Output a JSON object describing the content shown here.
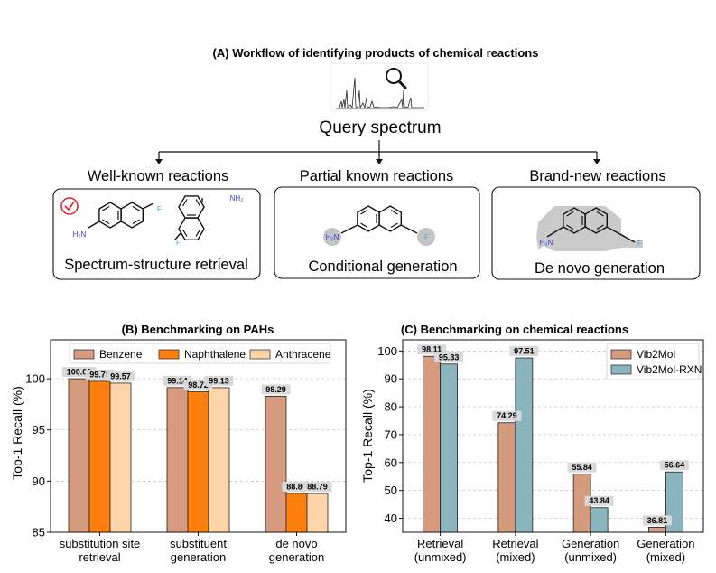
{
  "workflow": {
    "title": "(A) Workflow of identifying products of chemical reactions",
    "query_label": "Query spectrum",
    "branches": [
      {
        "heading": "Well-known reactions",
        "caption": "Spectrum-structure retrieval"
      },
      {
        "heading": "Partial known reactions",
        "caption": "Conditional generation"
      },
      {
        "heading": "Brand-new reactions",
        "caption": "De novo generation"
      }
    ],
    "atoms": {
      "amine": "H₂N",
      "amine_ring": "NH₂",
      "fluorine": "F"
    },
    "colors": {
      "amine": "#2b3fd6",
      "fluorine": "#35b3c9",
      "check": "#e0202a",
      "highlight": "#c4c4c4"
    }
  },
  "chart_data": [
    {
      "type": "bar",
      "title": "(B) Benchmarking on PAHs",
      "ylabel": "Top-1 Recall (%)",
      "xlabel": "",
      "categories": [
        "substitution site\nretrieval",
        "substituent\ngeneration",
        "de novo\ngeneration"
      ],
      "series": [
        {
          "name": "Benzene",
          "color": "#d69b7e",
          "values": [
            100.0,
            99.14,
            98.29
          ],
          "labels": [
            "100.00",
            "99.14",
            "98.29"
          ]
        },
        {
          "name": "Naphthalene",
          "color": "#ff7f0e",
          "values": [
            99.75,
            98.72,
            88.8
          ],
          "labels": [
            "99.75",
            "98.72",
            "88.80"
          ]
        },
        {
          "name": "Anthracene",
          "color": "#fdd5a8",
          "values": [
            99.57,
            99.13,
            88.79
          ],
          "labels": [
            "99.57",
            "99.13",
            "88.79"
          ]
        }
      ],
      "ylim": [
        85,
        103.8
      ],
      "yticks": [
        85,
        90,
        95,
        100
      ],
      "grid": true,
      "legend": "top"
    },
    {
      "type": "bar",
      "title": "(C) Benchmarking on chemical reactions",
      "ylabel": "Top-1 Recall (%)",
      "xlabel": "",
      "categories": [
        "Retrieval\n(unmixed)",
        "Retrieval\n(mixed)",
        "Generation\n(unmixed)",
        "Generation\n(mixed)"
      ],
      "series": [
        {
          "name": "Vib2Mol",
          "color": "#d69b7e",
          "values": [
            98.11,
            74.29,
            55.84,
            36.81
          ],
          "labels": [
            "98.11",
            "74.29",
            "55.84",
            "36.81"
          ]
        },
        {
          "name": "Vib2Mol-RXN",
          "color": "#8ab4be",
          "values": [
            95.33,
            97.51,
            43.84,
            56.64
          ],
          "labels": [
            "95.33",
            "97.51",
            "43.84",
            "56.64"
          ]
        }
      ],
      "ylim": [
        35,
        104
      ],
      "yticks": [
        40,
        50,
        60,
        70,
        80,
        90,
        100
      ],
      "grid": true,
      "legend": "top-right"
    }
  ]
}
